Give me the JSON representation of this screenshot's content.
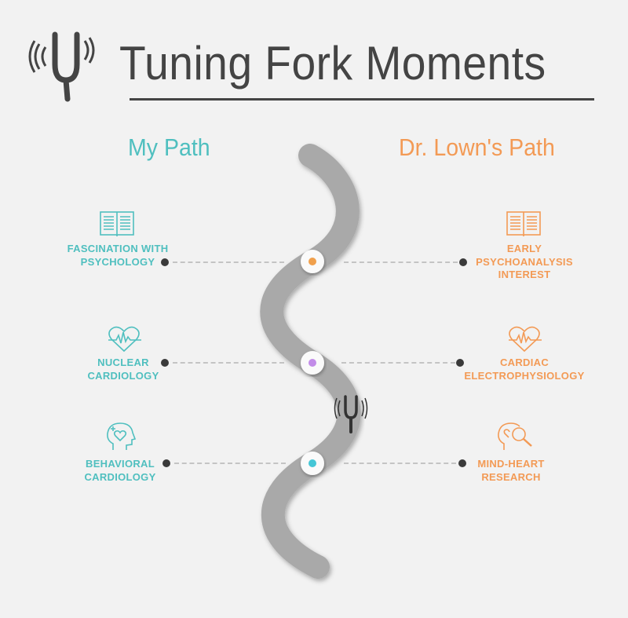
{
  "header": {
    "title": "Tuning Fork Moments",
    "logo_icon": "tuning-fork-icon"
  },
  "columns": {
    "left": {
      "heading": "My Path",
      "color": "#4fbfbf"
    },
    "right": {
      "heading": "Dr. Lown's Path",
      "color": "#f39a55"
    }
  },
  "milestones": [
    {
      "node_color": "#f0a04c",
      "left": {
        "icon": "book-icon",
        "lines": [
          "FASCINATION WITH",
          "PSYCHOLOGY"
        ]
      },
      "right": {
        "icon": "book-icon",
        "lines": [
          "EARLY",
          "PSYCHOANALYSIS",
          "INTEREST"
        ]
      }
    },
    {
      "node_color": "#c28ce8",
      "left": {
        "icon": "heart-ecg-icon",
        "lines": [
          "NUCLEAR",
          "CARDIOLOGY"
        ]
      },
      "right": {
        "icon": "heart-ecg-icon",
        "lines": [
          "CARDIAC",
          "ELECTROPHYSIOLOGY"
        ]
      }
    },
    {
      "node_color": "#45c6d6",
      "left": {
        "icon": "head-heart-icon",
        "lines": [
          "BEHAVIORAL",
          "CARDIOLOGY"
        ]
      },
      "right": {
        "icon": "head-magnifier-icon",
        "lines": [
          "MIND-HEART",
          "RESEARCH"
        ]
      }
    }
  ],
  "path_marker_icon": "tuning-fork-icon"
}
